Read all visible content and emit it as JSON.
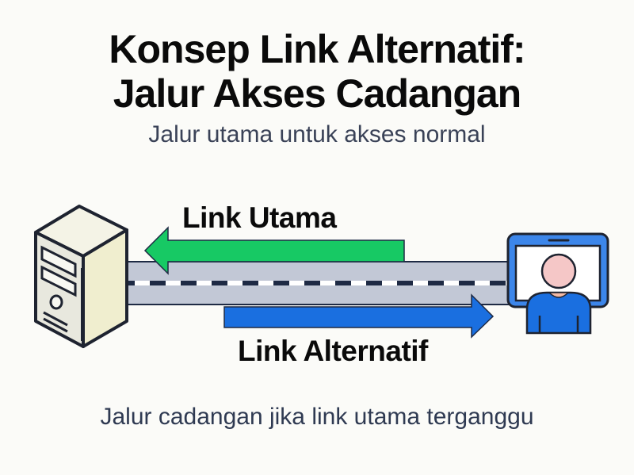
{
  "title": {
    "line1": "Konsep Link Alternatif:",
    "line2": "Jalur Akses Cadangan"
  },
  "subtitle": "Jalur utama untuk akses normal",
  "diagram": {
    "left_node": "server-icon",
    "right_node": "user-at-monitor-icon",
    "link_main": {
      "label": "Link Utama",
      "direction": "right-to-left",
      "color": "#17c964"
    },
    "link_alternate": {
      "label": "Link Alternatif",
      "direction": "left-to-right",
      "color": "#1a6fe0"
    },
    "road_color": "#c2c8d6",
    "road_dash_color": "#1e2a44"
  },
  "caption": "Jalur cadangan jika link utama terganggu"
}
